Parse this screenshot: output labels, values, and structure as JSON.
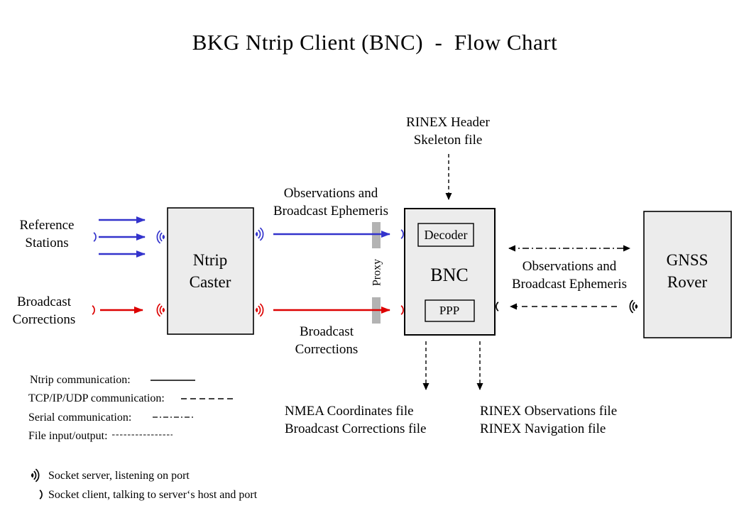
{
  "title": "BKG Ntrip Client (BNC)  -  Flow Chart",
  "colors": {
    "ntrip_blue": "#3333cc",
    "corrections_red": "#dd0000",
    "box_fill": "#ececec",
    "proxy_gray": "#b3b3b3",
    "line_black": "#000000"
  },
  "nodes": {
    "ntrip_caster": "Ntrip\nCaster",
    "bnc": "BNC",
    "decoder": "Decoder",
    "ppp": "PPP",
    "gnss_rover": "GNSS\nRover"
  },
  "labels": {
    "reference_stations": "Reference\nStations",
    "broadcast_corrections_left": "Broadcast\nCorrections",
    "obs_ephemeris_top": "Observations and\nBroadcast Ephemeris",
    "broadcast_corrections_mid": "Broadcast\nCorrections",
    "proxy": "Proxy",
    "rinex_header_skeleton": "RINEX Header\nSkeleton file",
    "obs_ephemeris_right": "Observations and\nBroadcast Ephemeris",
    "nmea_files": "NMEA Coordinates file\nBroadcast Corrections file",
    "rinex_files": "RINEX Observations file\nRINEX Navigation file"
  },
  "legend": {
    "ntrip": "Ntrip communication:",
    "tcp": "TCP/IP/UDP communication:",
    "serial": "Serial communication:",
    "file": "File input/output:",
    "socket_server": "Socket server, listening on port",
    "socket_client": "Socket client, talking to server‘s host and port"
  }
}
